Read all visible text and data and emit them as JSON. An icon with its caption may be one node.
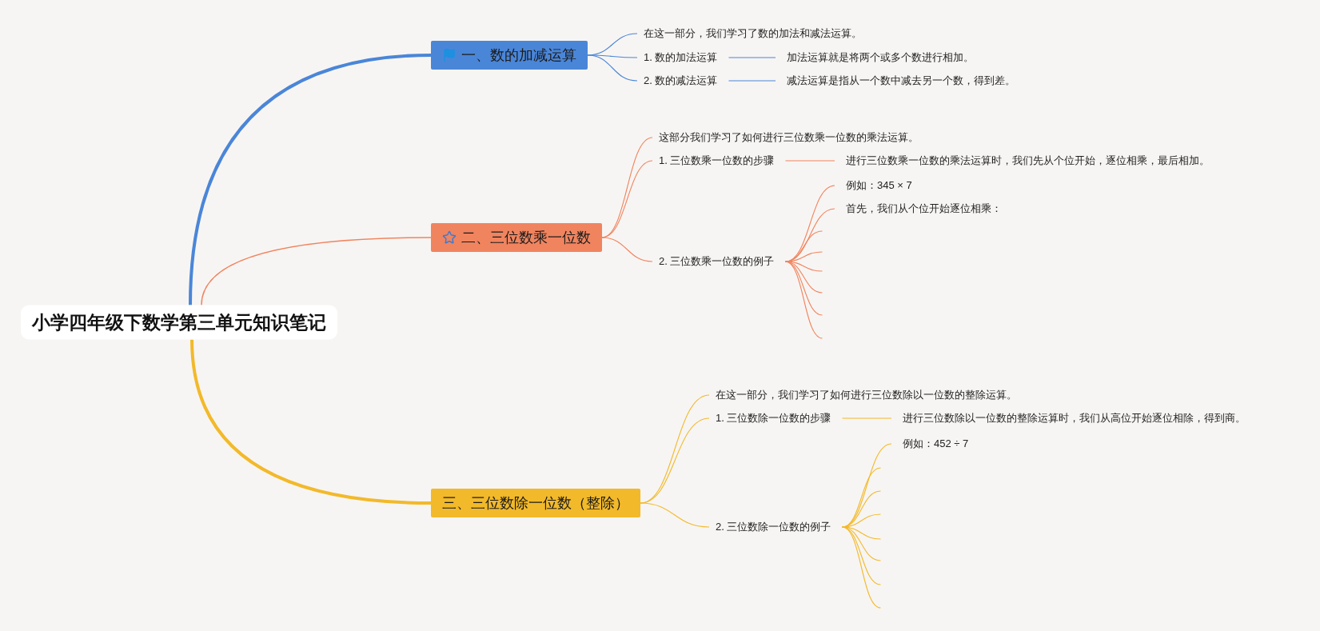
{
  "diagram": {
    "nodes": [
      {
        "text": [
          "小学四年级下数学第三单元知识笔记"
        ]
      },
      {
        "text": [
          "一、数的加减运算"
        ]
      },
      {
        "text": [
          "在这一部分，我们学习了数的加法和减法运算。"
        ]
      },
      {
        "text": [
          "1. 数的加法运算"
        ]
      },
      {
        "text": [
          "加法运算就是将两个或多个数进行相加。"
        ]
      },
      {
        "text": [
          "2. 数的减法运算"
        ]
      },
      {
        "text": [
          "减法运算是指从一个数中减去另一个数，得到差。"
        ]
      },
      {
        "text": [
          "二、三位数乘一位数"
        ]
      },
      {
        "text": [
          "这部分我们学习了如何进行三位数乘一位数的乘法运算。"
        ]
      },
      {
        "text": [
          "1. 三位数乘一位数的步骤"
        ]
      },
      {
        "text": [
          "进行三位数乘一位数的乘法运算时，我们先从个位开始，逐位相乘，最后相加。"
        ]
      },
      {
        "text": [
          "2. 三位数乘一位数的例子"
        ]
      },
      {
        "text": [
          "例如：345 × 7"
        ]
      },
      {
        "text": [
          "首先，我们从个位开始逐位相乘："
        ]
      },
      {
        "text": [
          "三、三位数除一位数（整除）"
        ]
      },
      {
        "text": [
          "在这一部分，我们学习了如何进行三位数除以一位数的整除运算。"
        ]
      },
      {
        "text": [
          "1. 三位数除一位数的步骤"
        ]
      },
      {
        "text": [
          "进行三位数除以一位数的整除运算时，我们从高位开始逐位相除，得到商。"
        ]
      },
      {
        "text": [
          "2. 三位数除一位数的例子"
        ]
      },
      {
        "text": [
          "例如：452 ÷ 7"
        ]
      }
    ],
    "edges": [
      {
        "from": 0,
        "to": 1,
        "arrow": "none",
        "style": "thick",
        "color": "#4a86d8"
      },
      {
        "from": 1,
        "to": 2,
        "arrow": "none",
        "color": "#4a86d8"
      },
      {
        "from": 1,
        "to": 3,
        "arrow": "none",
        "color": "#4a86d8"
      },
      {
        "from": 3,
        "to": 4,
        "arrow": "none",
        "color": "#4a86d8"
      },
      {
        "from": 1,
        "to": 5,
        "arrow": "none",
        "color": "#4a86d8"
      },
      {
        "from": 5,
        "to": 6,
        "arrow": "none",
        "color": "#4a86d8"
      },
      {
        "from": 0,
        "to": 7,
        "arrow": "none",
        "color": "#f0845f"
      },
      {
        "from": 7,
        "to": 8,
        "arrow": "none",
        "color": "#f0845f"
      },
      {
        "from": 7,
        "to": 9,
        "arrow": "none",
        "color": "#f0845f"
      },
      {
        "from": 9,
        "to": 10,
        "arrow": "none",
        "color": "#f0845f"
      },
      {
        "from": 7,
        "to": 11,
        "arrow": "none",
        "color": "#f0845f"
      },
      {
        "from": 11,
        "to": 12,
        "arrow": "none",
        "color": "#f0845f"
      },
      {
        "from": 11,
        "to": 13,
        "arrow": "none",
        "color": "#f0845f"
      },
      {
        "from": 11,
        "to": null,
        "arrow": "none",
        "color": "#f0845f"
      },
      {
        "from": 11,
        "to": null,
        "arrow": "none",
        "color": "#f0845f"
      },
      {
        "from": 11,
        "to": null,
        "arrow": "none",
        "color": "#f0845f"
      },
      {
        "from": 11,
        "to": null,
        "arrow": "none",
        "color": "#f0845f"
      },
      {
        "from": 11,
        "to": null,
        "arrow": "none",
        "color": "#f0845f"
      },
      {
        "from": 11,
        "to": null,
        "arrow": "none",
        "color": "#f0845f"
      },
      {
        "from": 0,
        "to": 14,
        "arrow": "none",
        "style": "thick",
        "color": "#f2b92a"
      },
      {
        "from": 14,
        "to": 15,
        "arrow": "none",
        "color": "#f2b92a"
      },
      {
        "from": 14,
        "to": 16,
        "arrow": "none",
        "color": "#f2b92a"
      },
      {
        "from": 16,
        "to": 17,
        "arrow": "none",
        "color": "#f2b92a"
      },
      {
        "from": 14,
        "to": 18,
        "arrow": "none",
        "color": "#f2b92a"
      },
      {
        "from": 18,
        "to": 19,
        "arrow": "none",
        "color": "#f2b92a"
      },
      {
        "from": 18,
        "to": null,
        "arrow": "none",
        "color": "#f2b92a"
      },
      {
        "from": 18,
        "to": null,
        "arrow": "none",
        "color": "#f2b92a"
      },
      {
        "from": 18,
        "to": null,
        "arrow": "none",
        "color": "#f2b92a"
      },
      {
        "from": 18,
        "to": null,
        "arrow": "none",
        "color": "#f2b92a"
      },
      {
        "from": 18,
        "to": null,
        "arrow": "none",
        "color": "#f2b92a"
      },
      {
        "from": 18,
        "to": null,
        "arrow": "none",
        "color": "#f2b92a"
      },
      {
        "from": 18,
        "to": null,
        "arrow": "none",
        "color": "#f2b92a"
      }
    ]
  }
}
